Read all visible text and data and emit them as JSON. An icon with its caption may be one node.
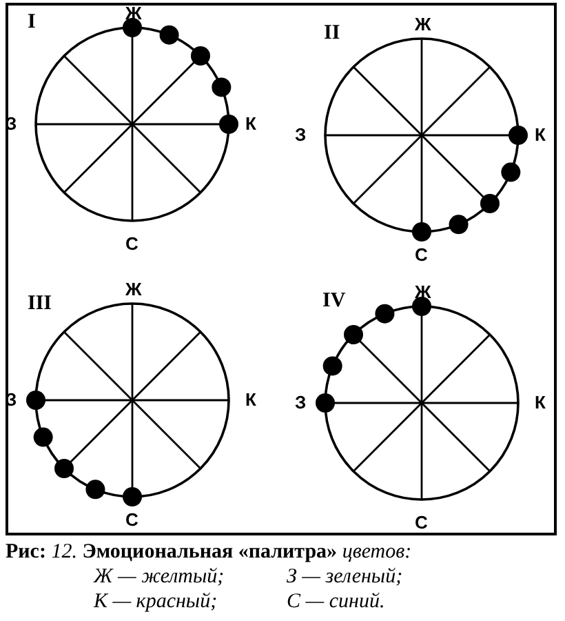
{
  "diagram": {
    "caption": "**Рис:** *12.* **Эмоциональная «палитра»** *цветов:*",
    "labels": [
      "I",
      "Ж",
      "З",
      "К",
      "С",
      "II",
      "Ж",
      "З",
      "К",
      "С",
      "III",
      "Ж",
      "З",
      "К",
      "С",
      "IV",
      "Ж",
      "З",
      "К",
      "С",
      "Ж — желтый;",
      "З — зеленый;",
      "К — красный;",
      "С — синий."
    ]
  }
}
